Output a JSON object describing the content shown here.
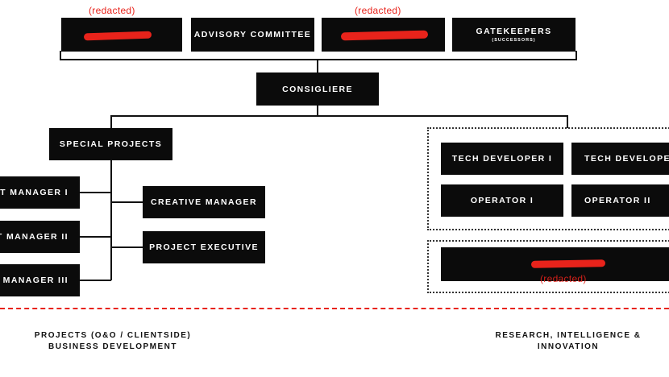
{
  "top_row": {
    "box1": {
      "redacted_label": "(redacted)"
    },
    "advisory": "ADVISORY COMMITTEE",
    "box3": {
      "redacted_label": "(redacted)"
    },
    "gatekeepers": {
      "title": "GATEKEEPERS",
      "subtitle": "(SUCCESSORS)"
    }
  },
  "consigliere": "CONSIGLIERE",
  "special_projects": "SPECIAL PROJECTS",
  "managers": [
    "T MANAGER I",
    "T MANAGER II",
    "T MANAGER III"
  ],
  "creative_manager": "CREATIVE MANAGER",
  "project_executive": "PROJECT EXECUTIVE",
  "right_group": {
    "tech_dev_1": "TECH DEVELOPER I",
    "tech_dev_2": "TECH DEVELOPER",
    "operator_1": "OPERATOR I",
    "operator_2": "OPERATOR II",
    "redacted_label": "(redacted)"
  },
  "footer": {
    "left_line1": "PROJECTS (O&O / CLIENTSIDE)",
    "left_line2": "BUSINESS DEVELOPMENT",
    "right_line1": "RESEARCH, INTELLIGENCE &",
    "right_line2": "INNOVATION"
  },
  "colors": {
    "box": "#0b0b0b",
    "redaction": "#e8231b",
    "divider": "#e8231b"
  }
}
